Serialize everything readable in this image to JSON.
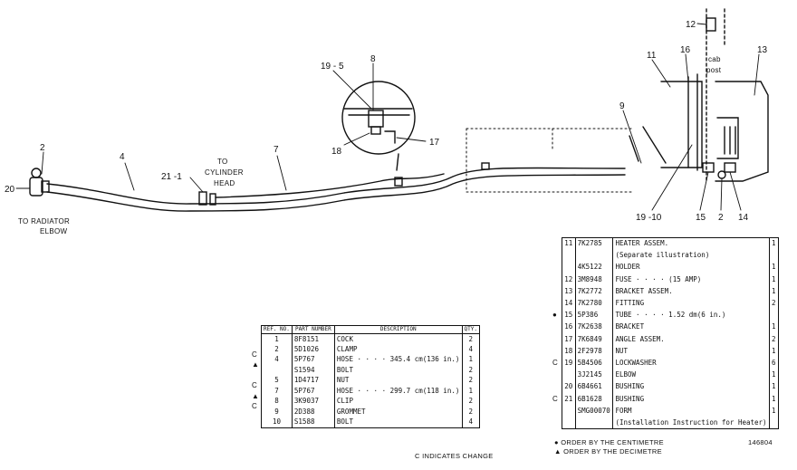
{
  "callouts": {
    "c2_left": "2",
    "c20": "20",
    "c4": "4",
    "c21_1": "21 -1",
    "c7": "7",
    "c19_5": "19 - 5",
    "c8": "8",
    "c18": "18",
    "c17": "17",
    "c9": "9",
    "c11": "11",
    "c16": "16",
    "c12": "12",
    "c13": "13",
    "c19_10": "19 -10",
    "c15": "15",
    "c2_right": "2",
    "c14": "14"
  },
  "labels": {
    "to_radiator": "TO RADIATOR",
    "elbow": "ELBOW",
    "to": "TO",
    "cylinder": "CYLINDER",
    "head": "HEAD",
    "cab": "cab",
    "post": "post"
  },
  "left_table": {
    "headers": {
      "ref": "REF. NO.",
      "part": "PART NUMBER",
      "desc": "DESCRIPTION",
      "qty": "QTY."
    },
    "rows": [
      {
        "mark": "",
        "ref": "1",
        "pn": "8F8151",
        "desc": "COCK",
        "qty": "2"
      },
      {
        "mark": "C",
        "ref": "2",
        "pn": "5D1026",
        "desc": "CLAMP",
        "qty": "4"
      },
      {
        "mark": "▲",
        "ref": "4",
        "pn": "5P767",
        "desc": "HOSE · · · · 345.4 cm(136 in.)",
        "qty": "1"
      },
      {
        "mark": "",
        "ref": "",
        "pn": "S1594",
        "desc": "BOLT",
        "qty": "2"
      },
      {
        "mark": "C",
        "ref": "5",
        "pn": "1D4717",
        "desc": "NUT",
        "qty": "2"
      },
      {
        "mark": "▲",
        "ref": "7",
        "pn": "5P767",
        "desc": "HOSE · · · · 299.7 cm(118 in.)",
        "qty": "1"
      },
      {
        "mark": "C",
        "ref": "8",
        "pn": "3K9037",
        "desc": "CLIP",
        "qty": "2"
      },
      {
        "mark": "",
        "ref": "9",
        "pn": "2D388",
        "desc": "GROMMET",
        "qty": "2"
      },
      {
        "mark": "",
        "ref": "10",
        "pn": "S1588",
        "desc": "BOLT",
        "qty": "4"
      }
    ],
    "note": "C INDICATES CHANGE"
  },
  "right_table": {
    "rows": [
      {
        "mark": "",
        "ref": "11",
        "pn": "7K2785",
        "desc": "HEATER ASSEM.",
        "qty": "1"
      },
      {
        "mark": "",
        "ref": "",
        "pn": "",
        "desc": "(Separate illustration)",
        "qty": ""
      },
      {
        "mark": "",
        "ref": "",
        "pn": "4K5122",
        "desc": "HOLDER",
        "qty": "1"
      },
      {
        "mark": "",
        "ref": "12",
        "pn": "3M8948",
        "desc": "FUSE · · · · (15 AMP)",
        "qty": "1"
      },
      {
        "mark": "",
        "ref": "13",
        "pn": "7K2772",
        "desc": "BRACKET ASSEM.",
        "qty": "1"
      },
      {
        "mark": "",
        "ref": "14",
        "pn": "7K2780",
        "desc": "FITTING",
        "qty": "2"
      },
      {
        "mark": "●",
        "ref": "15",
        "pn": "5P386",
        "desc": "TUBE · · · · 1.52 dm(6 in.)",
        "qty": ""
      },
      {
        "mark": "",
        "ref": "16",
        "pn": "7K2638",
        "desc": "BRACKET",
        "qty": "1"
      },
      {
        "mark": "",
        "ref": "17",
        "pn": "7K6849",
        "desc": "ANGLE ASSEM.",
        "qty": "2"
      },
      {
        "mark": "",
        "ref": "18",
        "pn": "2F2978",
        "desc": "NUT",
        "qty": "1"
      },
      {
        "mark": "C",
        "ref": "19",
        "pn": "5B4506",
        "desc": "LOCKWASHER",
        "qty": "6"
      },
      {
        "mark": "",
        "ref": "",
        "pn": "3J2145",
        "desc": "ELBOW",
        "qty": "1"
      },
      {
        "mark": "",
        "ref": "20",
        "pn": "6B4661",
        "desc": "BUSHING",
        "qty": "1"
      },
      {
        "mark": "C",
        "ref": "21",
        "pn": "6B1628",
        "desc": "BUSHING",
        "qty": "1"
      },
      {
        "mark": "",
        "ref": "",
        "pn": "SMG00070",
        "desc": "FORM",
        "qty": "1"
      },
      {
        "mark": "",
        "ref": "",
        "pn": "",
        "desc": "(Installation Instruction for Heater)",
        "qty": ""
      }
    ],
    "footnote_1": "● ORDER BY THE CENTIMETRE",
    "footnote_2": "▲ ORDER BY THE DECIMETRE",
    "figure_number": "146804"
  }
}
